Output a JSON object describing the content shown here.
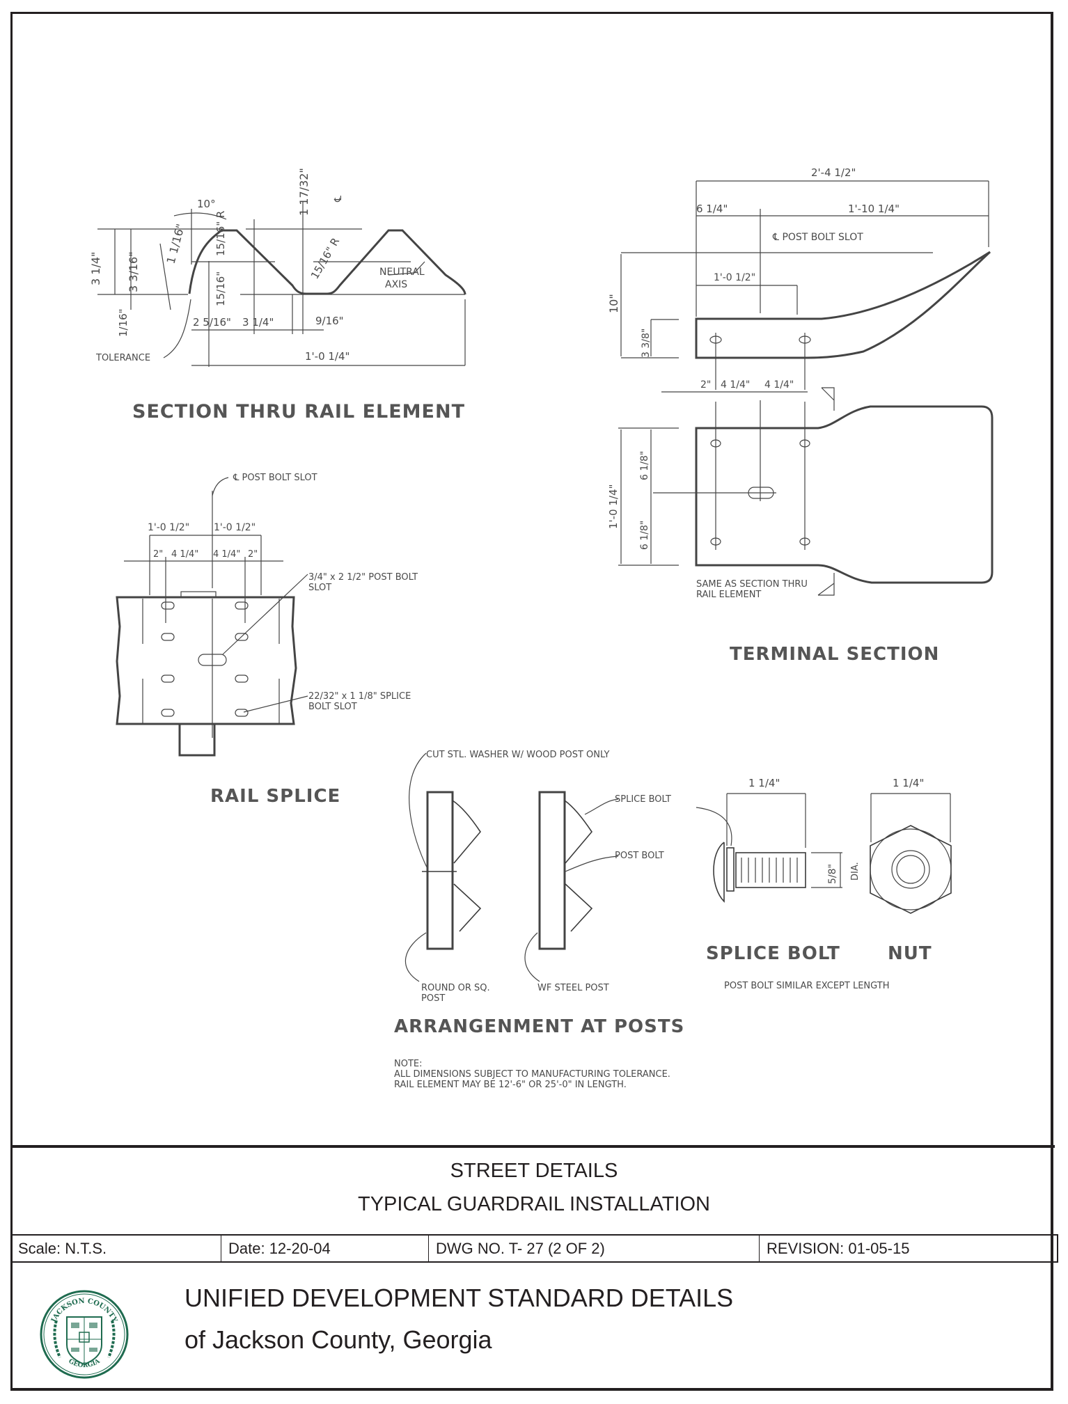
{
  "drawing": {
    "section_rail": {
      "title": "SECTION THRU RAIL ELEMENT",
      "dims": {
        "angle": "10°",
        "d1": "1 17/32\"",
        "d2": "1 1/16\"",
        "d3": "3 1/4\"",
        "d4": "3 3/16\"",
        "d5": "1/16\"",
        "d6": "15/16\" R",
        "d7": "15/16\" R",
        "d8": "15/16\"",
        "d9": "2 5/16\"",
        "d10": "3 1/4\"",
        "d11": "9/16\"",
        "d12": "1'-0 1/4\"",
        "cl": "℄"
      },
      "labels": {
        "neutral_axis_1": "NEUTRAL",
        "neutral_axis_2": "AXIS",
        "tolerance": "TOLERANCE"
      }
    },
    "terminal": {
      "title": "TERMINAL SECTION",
      "dims": {
        "overall": "2'-4 1/2\"",
        "left": "6 1/4\"",
        "right": "1'-10 1/4\"",
        "mid": "1'-0 1/2\"",
        "height": "10\"",
        "h2": "3 3/8\"",
        "s1": "2\"",
        "s2": "4 1/4\"",
        "s3": "4 1/4\"",
        "v_total": "1'-0 1/4\"",
        "v_top": "6 1/8\"",
        "v_bot": "6 1/8\""
      },
      "labels": {
        "post_bolt_slot": "℄ POST BOLT SLOT",
        "same_as_1": "SAME AS SECTION THRU",
        "same_as_2": "RAIL ELEMENT"
      }
    },
    "rail_splice": {
      "title": "RAIL SPLICE",
      "dims": {
        "left": "1'-0 1/2\"",
        "right": "1'-0 1/2\"",
        "s1": "2\"",
        "s2": "4 1/4\"",
        "s3": "4 1/4\"",
        "s4": "2\""
      },
      "labels": {
        "post_bolt_slot": "℄ POST BOLT SLOT",
        "slot_1a": "3/4\" x 2 1/2\" POST BOLT",
        "slot_1b": "SLOT",
        "slot_2a": "22/32\" x 1 1/8\" SPLICE",
        "slot_2b": "BOLT SLOT"
      }
    },
    "arrangement": {
      "title": "ARRANGENMENT AT POSTS",
      "labels": {
        "washer": "CUT STL. WASHER W/ WOOD POST ONLY",
        "splice_bolt": "SPLICE BOLT",
        "post_bolt": "POST BOLT",
        "round_post_1": "ROUND OR SQ.",
        "round_post_2": "POST",
        "wf_post": "WF STEEL POST"
      }
    },
    "splice_bolt": {
      "title": "SPLICE BOLT",
      "length": "1 1/4\"",
      "dia": "5/8\"",
      "dia_label": "DIA."
    },
    "nut": {
      "title": "NUT",
      "width": "1 1/4\""
    },
    "post_bolt_note": "POST BOLT SIMILAR EXCEPT LENGTH",
    "note": {
      "heading": "NOTE:",
      "line1": "ALL DIMENSIONS SUBJECT TO MANUFACTURING TOLERANCE.",
      "line2": "RAIL ELEMENT MAY BE 12'-6\" OR 25'-0\" IN LENGTH."
    }
  },
  "title_block": {
    "line1": "STREET DETAILS",
    "line2": "TYPICAL GUARDRAIL INSTALLATION",
    "scale": "Scale:  N.T.S.",
    "date": "Date: 12-20-04",
    "dwg_no": "DWG NO.  T- 27 (2 OF 2)",
    "revision": "REVISION:  01-05-15"
  },
  "footer": {
    "org_line1": "UNIFIED DEVELOPMENT STANDARD DETAILS",
    "org_line2": "of Jackson County, Georgia",
    "seal": {
      "top_text": "JACKSON COUNTY",
      "bottom_text": "GEORGIA",
      "color": "#1e6b4f"
    }
  }
}
